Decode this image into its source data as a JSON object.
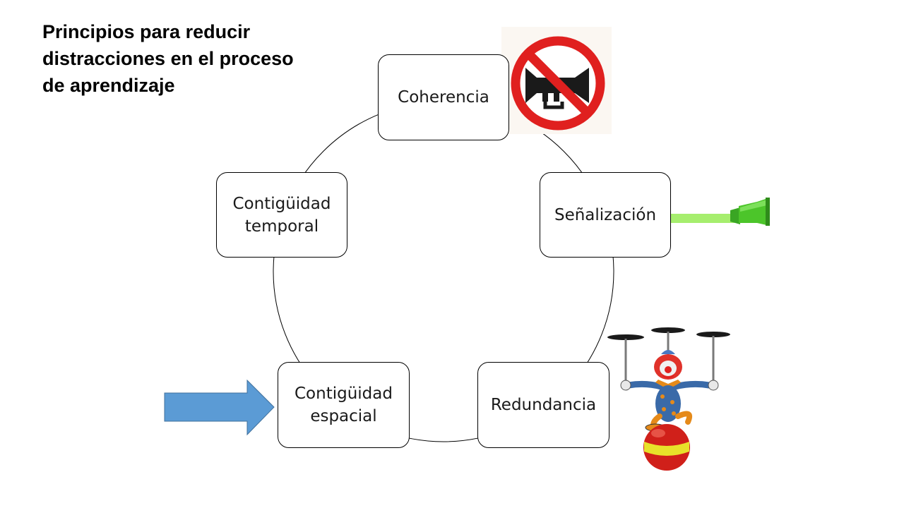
{
  "title": {
    "line1": "Principios para reducir",
    "line2": "distracciones en el proceso",
    "line3": "de aprendizaje"
  },
  "cycle": {
    "nodes": [
      {
        "id": "coherencia",
        "label": "Coherencia",
        "illustration": "no-horn-sign-icon"
      },
      {
        "id": "senalizacion",
        "label": "Señalización",
        "illustration": "highlighter-marker-icon"
      },
      {
        "id": "redundancia",
        "label": "Redundancia",
        "illustration": "juggling-clown-icon"
      },
      {
        "id": "contiguidad-espacial",
        "lines": [
          "Contigüidad",
          "espacial"
        ],
        "illustration": "arrow-right-icon"
      },
      {
        "id": "contiguidad-temporal",
        "lines": [
          "Contigüidad",
          "temporal"
        ]
      }
    ]
  },
  "colors": {
    "no_sign_red": "#e0201f",
    "highlighter_green": "#4cc52a",
    "highlighter_stroke": "#a6ee6e",
    "arrow_blue": "#5b9bd5",
    "clown_ball_red": "#d0201a",
    "clown_ball_band": "#e8e22a"
  }
}
